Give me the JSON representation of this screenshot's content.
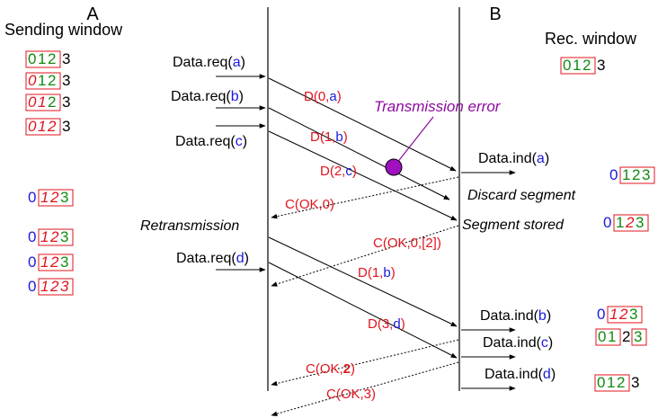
{
  "colors": {
    "blue": "#1a1adc",
    "red": "#e0141e",
    "green": "#128a12",
    "black": "#000000",
    "purple": "#8c0aa0",
    "box_border": "#e0141e"
  },
  "header": {
    "left": "A",
    "right": "B"
  },
  "sending_window_title": "Sending window",
  "rec_window_title": "Rec. window",
  "transmission_error": "Transmission error",
  "window_states_a": [
    {
      "prefix": "",
      "boxed": [
        {
          "t": "0",
          "c": "green",
          "i": false
        },
        {
          "t": "1",
          "c": "green",
          "i": false
        },
        {
          "t": "2",
          "c": "green",
          "i": false
        }
      ],
      "suffix": [
        {
          "t": "3",
          "c": "black"
        }
      ]
    },
    {
      "prefix": "",
      "boxed": [
        {
          "t": "0",
          "c": "red",
          "i": true
        },
        {
          "t": "1",
          "c": "green",
          "i": false
        },
        {
          "t": "2",
          "c": "green",
          "i": false
        }
      ],
      "suffix": [
        {
          "t": "3",
          "c": "black"
        }
      ]
    },
    {
      "prefix": "",
      "boxed": [
        {
          "t": "0",
          "c": "red",
          "i": true
        },
        {
          "t": "1",
          "c": "red",
          "i": true
        },
        {
          "t": "2",
          "c": "green",
          "i": false
        }
      ],
      "suffix": [
        {
          "t": "3",
          "c": "black"
        }
      ]
    },
    {
      "prefix": "",
      "boxed": [
        {
          "t": "0",
          "c": "red",
          "i": true
        },
        {
          "t": "1",
          "c": "red",
          "i": true
        },
        {
          "t": "2",
          "c": "red",
          "i": true
        }
      ],
      "suffix": [
        {
          "t": "3",
          "c": "black"
        }
      ]
    },
    {
      "prefix": "0",
      "boxed": [
        {
          "t": "1",
          "c": "red",
          "i": true
        },
        {
          "t": "2",
          "c": "red",
          "i": true
        },
        {
          "t": "3",
          "c": "green",
          "i": false
        }
      ],
      "suffix": []
    },
    {
      "prefix": "0",
      "boxed": [
        {
          "t": "1",
          "c": "red",
          "i": true
        },
        {
          "t": "2",
          "c": "red",
          "i": true
        },
        {
          "t": "3",
          "c": "green",
          "i": false
        }
      ],
      "suffix": []
    },
    {
      "prefix": "0",
      "boxed": [
        {
          "t": "1",
          "c": "red",
          "i": true
        },
        {
          "t": "2",
          "c": "red",
          "i": true
        },
        {
          "t": "3",
          "c": "green",
          "i": false
        }
      ],
      "suffix": []
    },
    {
      "prefix": "0",
      "boxed": [
        {
          "t": "1",
          "c": "red",
          "i": true
        },
        {
          "t": "2",
          "c": "red",
          "i": true
        },
        {
          "t": "3",
          "c": "red",
          "i": true
        }
      ],
      "suffix": []
    }
  ],
  "window_states_b": [
    {
      "prefix": "",
      "boxed": [
        {
          "t": "0",
          "c": "green",
          "i": false
        },
        {
          "t": "1",
          "c": "green",
          "i": false
        },
        {
          "t": "2",
          "c": "green",
          "i": false
        }
      ],
      "suffix": [
        {
          "t": "3",
          "c": "black"
        }
      ]
    },
    {
      "prefix": "0",
      "boxed": [
        {
          "t": "1",
          "c": "green",
          "i": false
        },
        {
          "t": "2",
          "c": "green",
          "i": false
        },
        {
          "t": "3",
          "c": "green",
          "i": false
        }
      ],
      "suffix": []
    },
    {
      "prefix": "0",
      "boxed": [
        {
          "t": "1",
          "c": "green",
          "i": false
        },
        {
          "t": "2",
          "c": "red",
          "i": true
        },
        {
          "t": "3",
          "c": "green",
          "i": false
        }
      ],
      "suffix": []
    },
    {
      "prefix": "0",
      "boxed": [
        {
          "t": "1",
          "c": "red",
          "i": true
        },
        {
          "t": "2",
          "c": "red",
          "i": true
        },
        {
          "t": "3",
          "c": "green",
          "i": false
        }
      ],
      "suffix": []
    },
    {
      "prefix": "",
      "boxed": [
        {
          "t": "0",
          "c": "green",
          "i": false
        },
        {
          "t": "1",
          "c": "green",
          "i": false
        }
      ],
      "suffix": [
        {
          "t": "2",
          "c": "black"
        }
      ],
      "boxed2": [
        {
          "t": "3",
          "c": "green",
          "i": false
        }
      ]
    },
    {
      "prefix": "",
      "boxed": [
        {
          "t": "0",
          "c": "green",
          "i": false
        },
        {
          "t": "1",
          "c": "green",
          "i": false
        },
        {
          "t": "2",
          "c": "green",
          "i": false
        }
      ],
      "suffix": [
        {
          "t": "3",
          "c": "black"
        }
      ]
    }
  ],
  "requests": [
    {
      "label": "Data.req(",
      "arg": "a",
      "close": ")"
    },
    {
      "label": "Data.req(",
      "arg": "b",
      "close": ")"
    },
    {
      "label": "Data.req(",
      "arg": "c",
      "close": ")"
    },
    {
      "label": "Data.req(",
      "arg": "d",
      "close": ")"
    }
  ],
  "retransmission": "Retransmission",
  "segments": [
    {
      "pre": "D(0,",
      "arg": "a",
      "post": ")"
    },
    {
      "pre": "D(1,",
      "arg": "b",
      "post": ")"
    },
    {
      "pre": "D(2,",
      "arg": "c",
      "post": ")"
    },
    {
      "pre": "D(1,",
      "arg": "b",
      "post": ")"
    },
    {
      "pre": "D(3,",
      "arg": "d",
      "post": ")"
    }
  ],
  "acks": [
    {
      "pre": "C(OK,0)",
      "bold": "",
      "post": ""
    },
    {
      "pre": "C(OK,0,[2])",
      "bold": "",
      "post": ""
    },
    {
      "pre": "C(OK,",
      "bold": "2",
      "post": ")"
    },
    {
      "pre": "C(OK,3)",
      "bold": "",
      "post": ""
    }
  ],
  "indications": [
    {
      "label": "Data.ind(",
      "arg": "a",
      "close": ")"
    },
    {
      "label": "Data.ind(",
      "arg": "b",
      "close": ")"
    },
    {
      "label": "Data.ind(",
      "arg": "c",
      "close": ")"
    },
    {
      "label": "Data.ind(",
      "arg": "d",
      "close": ")"
    }
  ],
  "discard_segment": "Discard segment",
  "segment_stored": "Segment stored"
}
